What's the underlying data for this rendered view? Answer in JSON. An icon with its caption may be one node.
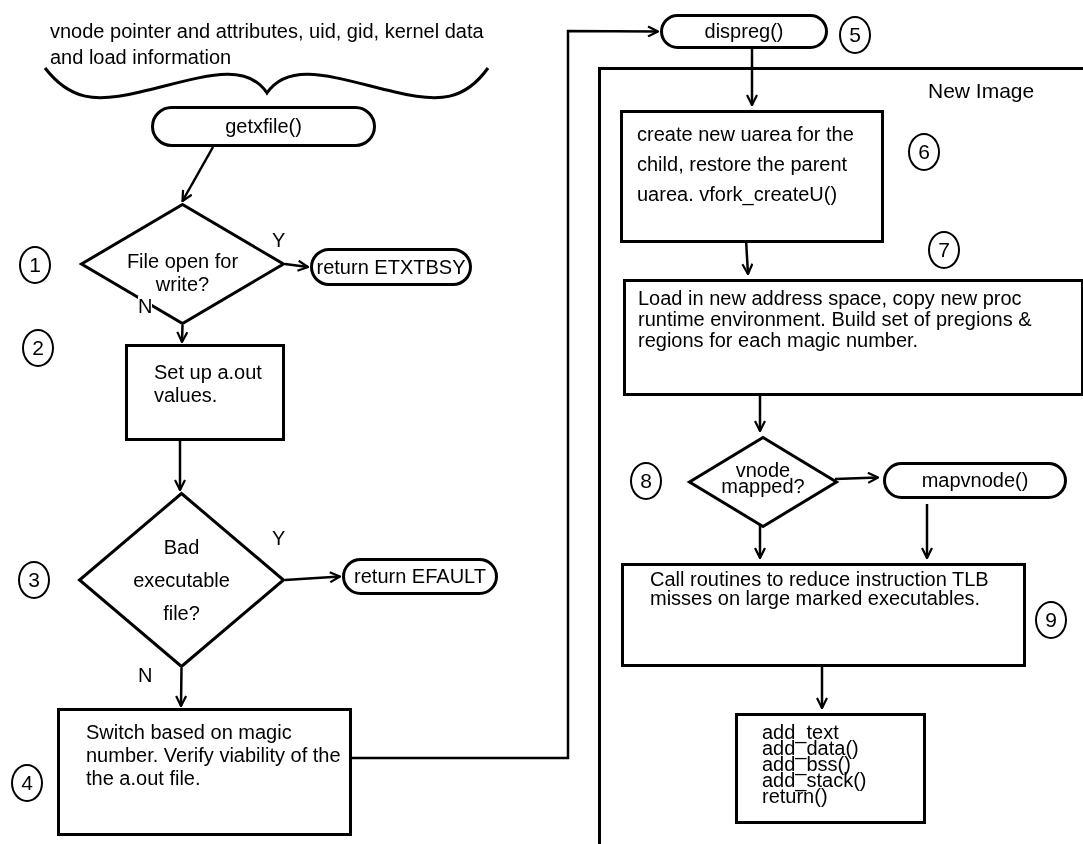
{
  "diagram": {
    "nodes": [
      {
        "text": [
          "getxfile()"
        ]
      },
      {
        "text": [
          "File open for write?"
        ]
      },
      {
        "text": [
          "return ETXTBSY"
        ]
      },
      {
        "text": [
          "Set up a.out values."
        ]
      },
      {
        "text": [
          "Bad executable file?"
        ]
      },
      {
        "text": [
          "return EFAULT"
        ]
      },
      {
        "text": [
          "Switch based on magic number. Verify viability of the the a.out file."
        ]
      },
      {
        "text": [
          "dispreg()"
        ]
      },
      {
        "text": [
          "New Image"
        ]
      },
      {
        "text": [
          "create new uarea for the child, restore the parent uarea. vfork_createU()"
        ],
        "in": 8
      },
      {
        "text": [
          "Load in new address space, copy new proc runtime environment. Build set of pregions & regions for each magic number."
        ],
        "in": 8
      },
      {
        "text": [
          "vnode mapped?"
        ],
        "in": 8
      },
      {
        "text": [
          "mapvnode()"
        ],
        "in": 8
      },
      {
        "text": [
          "Call routines to reduce instruction TLB misses on large marked executables."
        ],
        "in": 8
      },
      {
        "text": [
          "add_text add_data() add_bss() add_stack() return()"
        ],
        "in": 8
      }
    ],
    "edges": [
      {
        "from": 0,
        "to": 1,
        "arrow": "to"
      },
      {
        "from": 1,
        "to": 2,
        "arrow": "to",
        "label": "Y"
      },
      {
        "from": 1,
        "to": 3,
        "arrow": "to",
        "label": "N"
      },
      {
        "from": 3,
        "to": 4,
        "arrow": "to"
      },
      {
        "from": 4,
        "to": 5,
        "arrow": "to",
        "label": "Y"
      },
      {
        "from": 4,
        "to": 6,
        "arrow": "to",
        "label": "N"
      },
      {
        "from": 6,
        "to": 7,
        "arrow": "to"
      },
      {
        "from": 7,
        "to": 9,
        "arrow": "to"
      },
      {
        "from": 9,
        "to": 10,
        "arrow": "to"
      },
      {
        "from": 10,
        "to": 11,
        "arrow": "to"
      },
      {
        "from": 11,
        "to": 12,
        "arrow": "to"
      },
      {
        "from": 12,
        "to": 13,
        "arrow": "to"
      },
      {
        "from": 11,
        "to": 13,
        "arrow": "to"
      },
      {
        "from": 13,
        "to": 14,
        "arrow": "to"
      }
    ],
    "labels": [
      "vnode pointer and attributes, uid, gid, kernel data and load information",
      "5",
      "6",
      "7",
      "1",
      "8",
      "2",
      "9",
      "3",
      "4"
    ]
  }
}
